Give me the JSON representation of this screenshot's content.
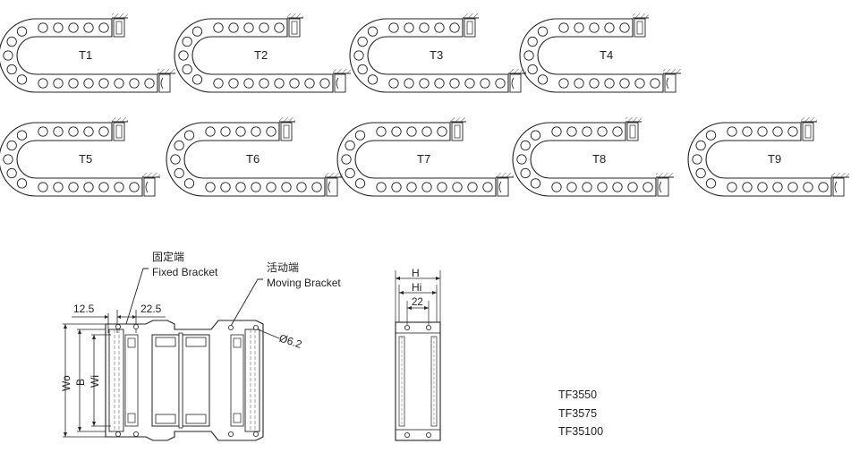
{
  "variants": [
    {
      "id": "t1",
      "label": "T1"
    },
    {
      "id": "t2",
      "label": "T2"
    },
    {
      "id": "t3",
      "label": "T3"
    },
    {
      "id": "t4",
      "label": "T4"
    },
    {
      "id": "t5",
      "label": "T5"
    },
    {
      "id": "t6",
      "label": "T6"
    },
    {
      "id": "t7",
      "label": "T7"
    },
    {
      "id": "t8",
      "label": "T8"
    },
    {
      "id": "t9",
      "label": "T9"
    }
  ],
  "top_view": {
    "fixed_bracket_cn": "固定端",
    "fixed_bracket_en": "Fixed Bracket",
    "moving_bracket_cn": "活动端",
    "moving_bracket_en": "Moving Bracket",
    "dim_12_5": "12.5",
    "dim_22_5": "22.5",
    "dim_hole": "Ø6.2",
    "dim_wo": "Wo",
    "dim_b": "B",
    "dim_wi": "Wi"
  },
  "side_view": {
    "dim_h": "H",
    "dim_hi": "Hi",
    "dim_22": "22"
  },
  "models": [
    "TF3550",
    "TF3575",
    "TF35100"
  ]
}
